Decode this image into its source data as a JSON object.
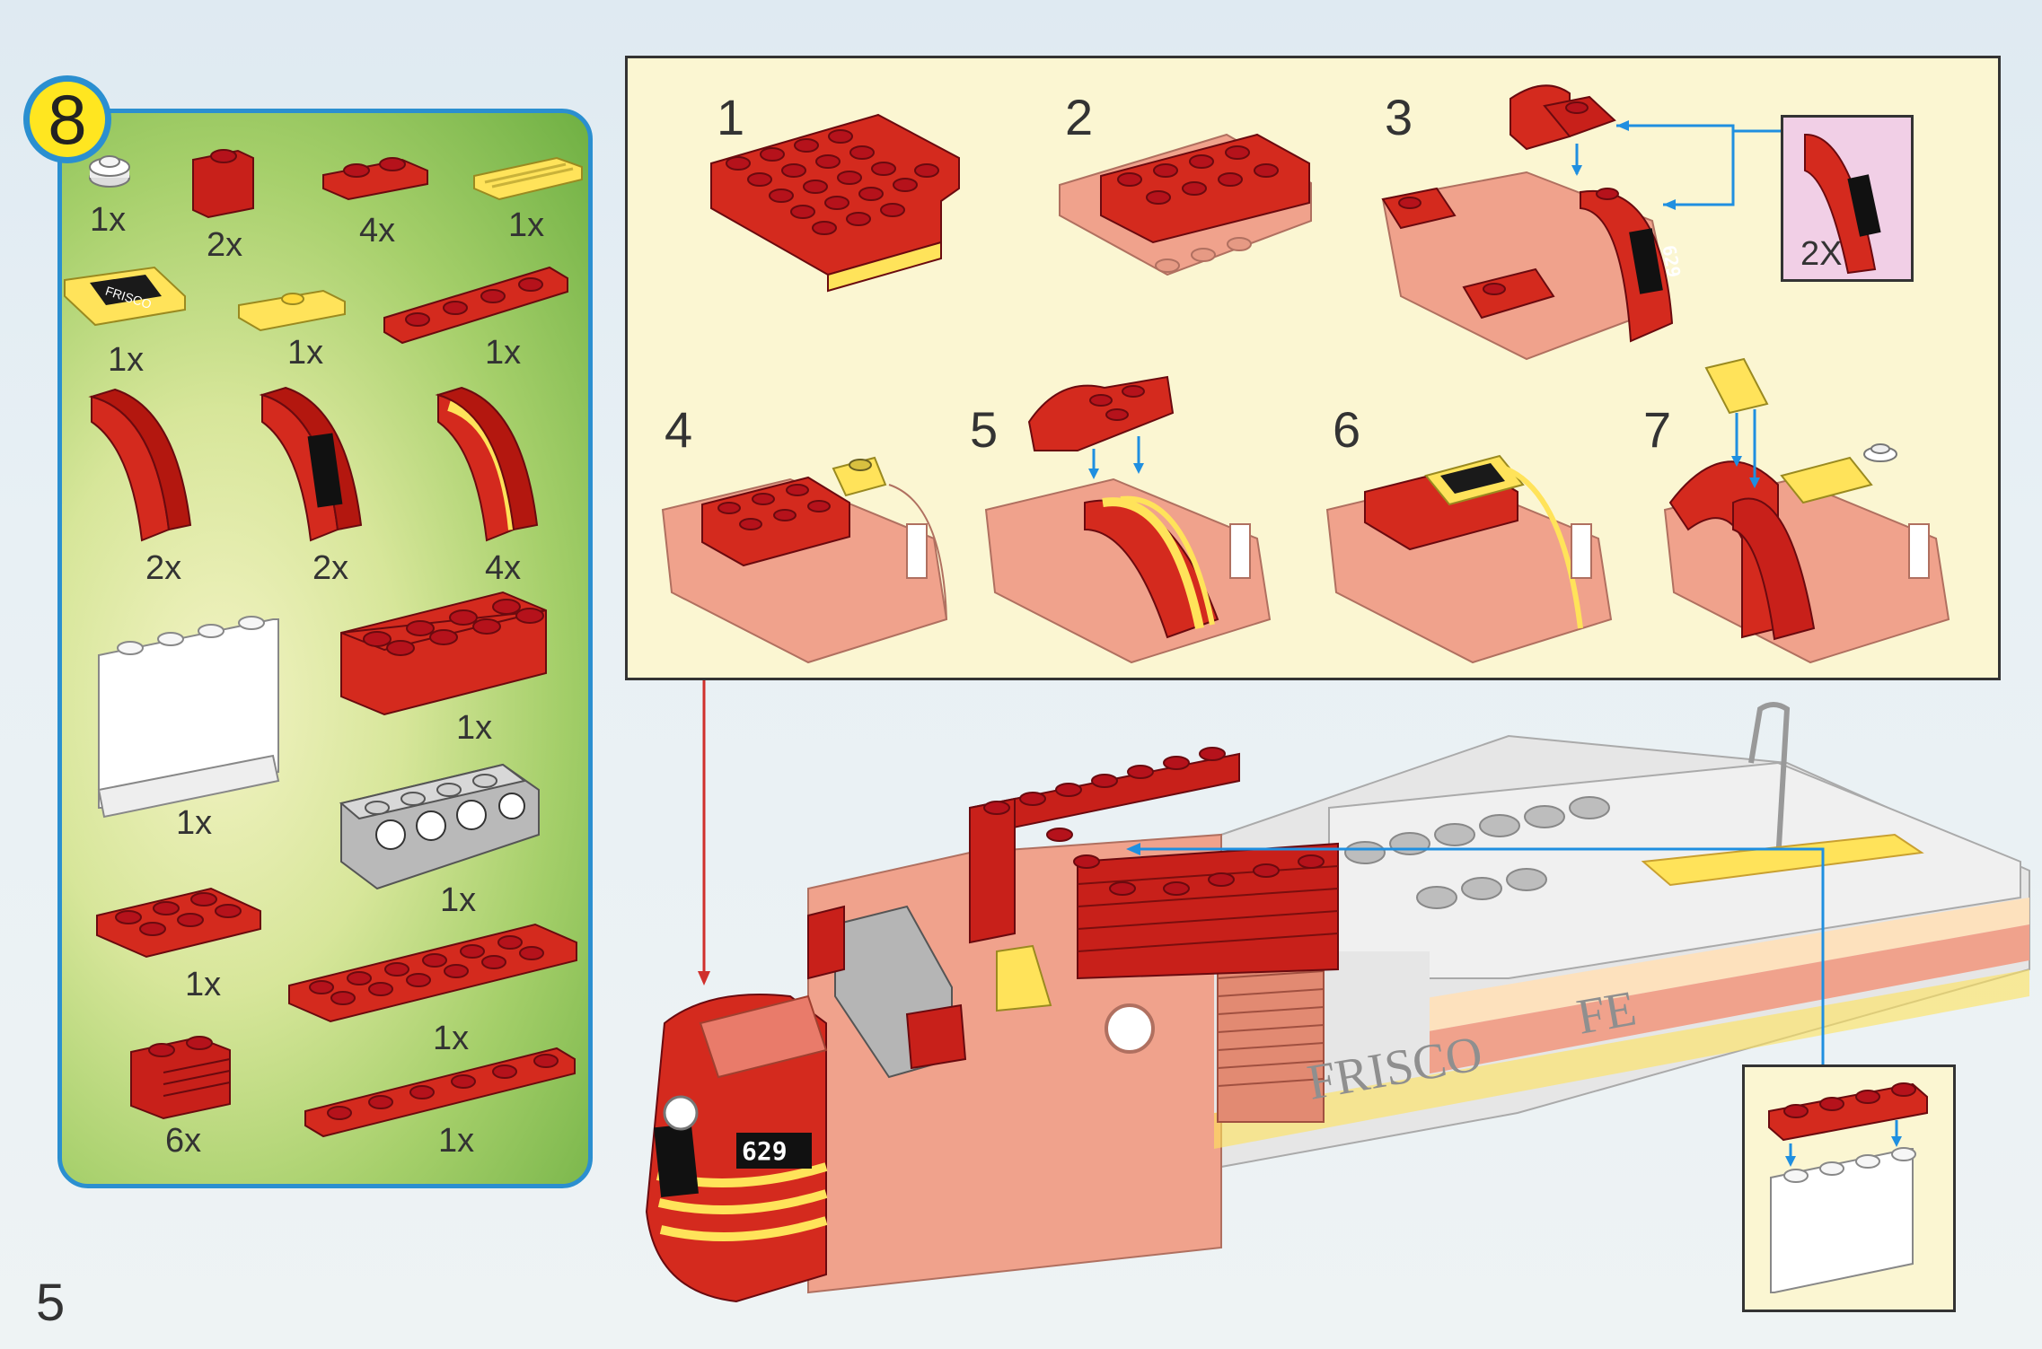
{
  "page_number": "5",
  "step": {
    "number": "8",
    "parts": [
      {
        "name": "round-plate-1x1-white",
        "qty": "1x"
      },
      {
        "name": "brick-1x1-red",
        "qty": "2x"
      },
      {
        "name": "plate-1x2-red",
        "qty": "4x"
      },
      {
        "name": "plate-1x2-grille-yellow",
        "qty": "1x"
      },
      {
        "name": "tile-frisco-logo",
        "qty": "1x"
      },
      {
        "name": "jumper-plate-yellow",
        "qty": "1x"
      },
      {
        "name": "plate-1x4-red",
        "qty": "1x"
      },
      {
        "name": "slope-curved-red",
        "qty": "2x"
      },
      {
        "name": "slope-curved-629",
        "qty": "2x"
      },
      {
        "name": "slope-curved-striped",
        "qty": "4x"
      },
      {
        "name": "panel-1x4x3-clear",
        "qty": "1x"
      },
      {
        "name": "brick-2x4-red",
        "qty": "1x"
      },
      {
        "name": "slope-gauges",
        "qty": "1x"
      },
      {
        "name": "plate-2x3-red",
        "qty": "1x"
      },
      {
        "name": "plate-2x6-red",
        "qty": "1x"
      },
      {
        "name": "brick-1x2-grille-red",
        "qty": "6x"
      },
      {
        "name": "plate-1x6-red",
        "qty": "1x"
      }
    ]
  },
  "substeps": [
    "1",
    "2",
    "3",
    "4",
    "5",
    "6",
    "7"
  ],
  "callout_qty": "2X",
  "printed": {
    "cab_number": "629",
    "logo_text": "FRISCO",
    "side_text_1": "FRISCO",
    "side_text_2": "FE"
  },
  "colors": {
    "panel_border": "#2b8fd0",
    "badge_fill": "#ffe620",
    "brick_red": "#d42a1e",
    "arrow_blue": "#1f8fe0",
    "arrow_red": "#d0302c",
    "stripe_yellow": "#ffe35a"
  }
}
